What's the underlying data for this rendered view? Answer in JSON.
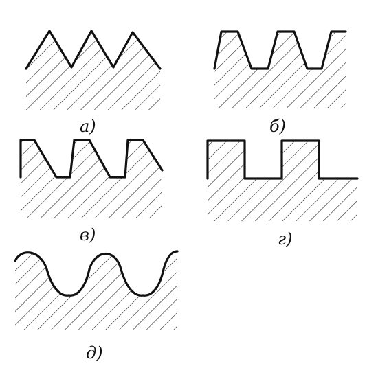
{
  "figure": {
    "panels": [
      {
        "id": "a",
        "label": "а)",
        "profile": "triangular"
      },
      {
        "id": "b",
        "label": "б)",
        "profile": "trapezoidal"
      },
      {
        "id": "v",
        "label": "в)",
        "profile": "buttress"
      },
      {
        "id": "g",
        "label": "г)",
        "profile": "rectangular"
      },
      {
        "id": "d",
        "label": "д)",
        "profile": "round"
      }
    ]
  },
  "colors": {
    "ink": "#111111",
    "background": "#ffffff"
  }
}
